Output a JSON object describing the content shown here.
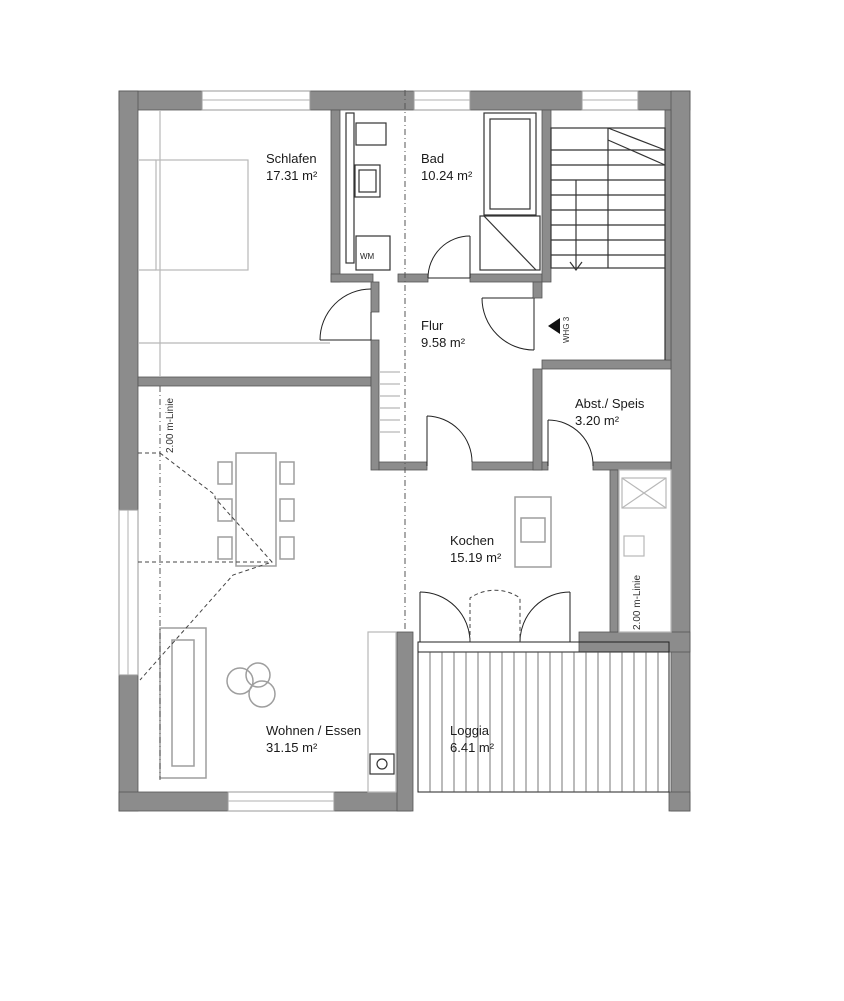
{
  "rooms": {
    "schlafen": {
      "name": "Schlafen",
      "area": "17.31 m²"
    },
    "bad": {
      "name": "Bad",
      "area": "10.24 m²"
    },
    "flur": {
      "name": "Flur",
      "area": "9.58 m²"
    },
    "abst": {
      "name": "Abst./ Speis",
      "area": "3.20 m²"
    },
    "kochen": {
      "name": "Kochen",
      "area": "15.19 m²"
    },
    "wohnen": {
      "name": "Wohnen / Essen",
      "area": "31.15 m²"
    },
    "loggia": {
      "name": "Loggia",
      "area": "6.41 m²"
    }
  },
  "annotations": {
    "line_left": "2.00 m-Linie",
    "line_right": "2.00 m-Linie",
    "washer": "WM",
    "unit_tag": "WHG 3"
  },
  "colors": {
    "wall": "#8c8c8c",
    "line": "#222222",
    "furniture": "#9e9e9e"
  }
}
